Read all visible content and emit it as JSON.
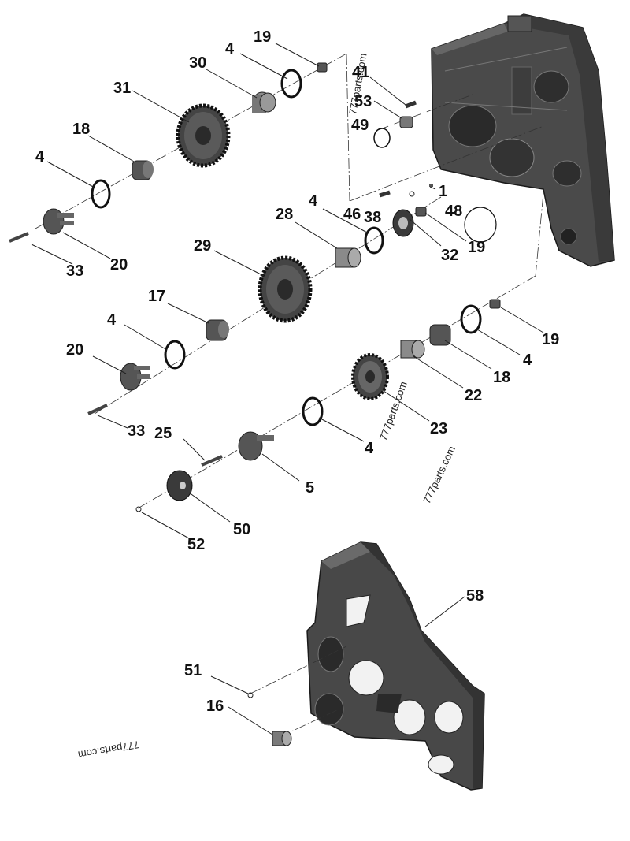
{
  "diagram": {
    "callouts": [
      "1",
      "4",
      "5",
      "16",
      "17",
      "18",
      "19",
      "20",
      "22",
      "23",
      "25",
      "28",
      "29",
      "30",
      "31",
      "32",
      "33",
      "38",
      "41",
      "46",
      "48",
      "49",
      "50",
      "51",
      "52",
      "53",
      "58"
    ],
    "watermark": "777parts.com"
  }
}
